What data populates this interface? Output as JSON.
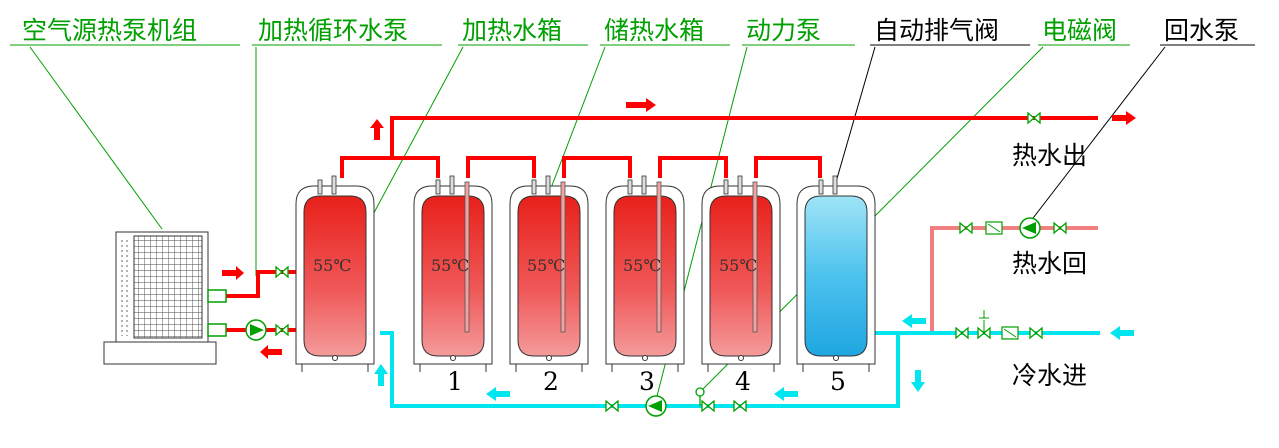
{
  "colors": {
    "hot": "#ff0000",
    "hot_return": "#f08080",
    "cold": "#00e5ee",
    "label_green": "#00a000",
    "label_black": "#000000",
    "valve": "#00a000",
    "tank_hot": "#e53935",
    "tank_cold": "#4fc3f7"
  },
  "labels": {
    "air_source_heat_pump": "空气源热泵机组",
    "heating_circulation_pump": "加热循环水泵",
    "heating_tank": "加热水箱",
    "storage_tank": "储热水箱",
    "power_pump": "动力泵",
    "auto_vent_valve": "自动排气阀",
    "solenoid_valve": "电磁阀",
    "return_pump": "回水泵"
  },
  "outlets": {
    "hot_water_out": "热水出",
    "hot_water_return": "热水回",
    "cold_water_in": "冷水进"
  },
  "tanks": [
    {
      "temp": "55℃",
      "number": "",
      "type": "heating",
      "color": "#e53935"
    },
    {
      "temp": "55℃",
      "number": "1",
      "type": "storage",
      "color": "#e53935"
    },
    {
      "temp": "55℃",
      "number": "2",
      "type": "storage",
      "color": "#e53935"
    },
    {
      "temp": "55℃",
      "number": "3",
      "type": "storage",
      "color": "#e53935"
    },
    {
      "temp": "55℃",
      "number": "4",
      "type": "storage",
      "color": "#e53935"
    },
    {
      "temp": "",
      "number": "5",
      "type": "cold",
      "color": "#4fc3f7"
    }
  ]
}
